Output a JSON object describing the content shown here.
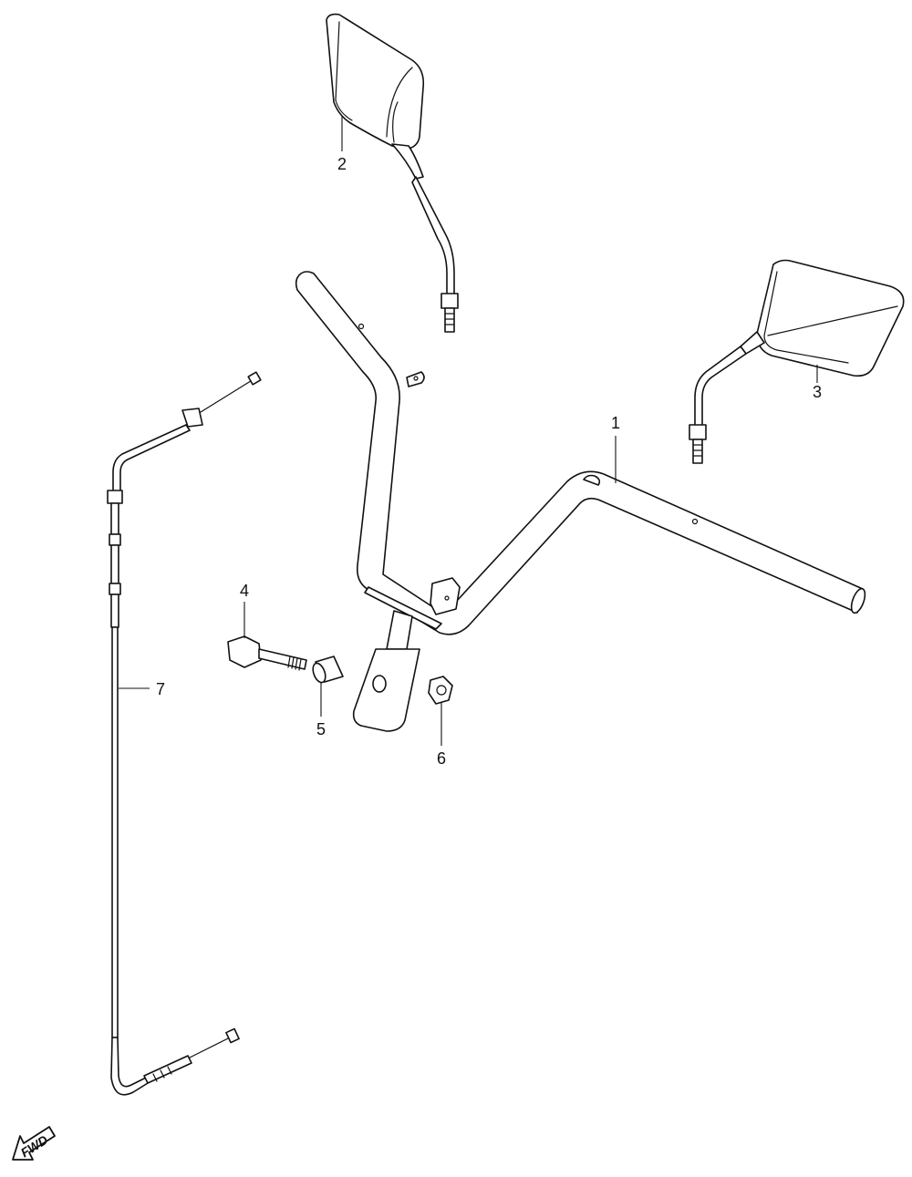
{
  "diagram": {
    "callouts": [
      {
        "id": "callout-1",
        "label": "1"
      },
      {
        "id": "callout-2",
        "label": "2"
      },
      {
        "id": "callout-3",
        "label": "3"
      },
      {
        "id": "callout-4",
        "label": "4"
      },
      {
        "id": "callout-5",
        "label": "5"
      },
      {
        "id": "callout-6",
        "label": "6"
      },
      {
        "id": "callout-7",
        "label": "7"
      }
    ],
    "direction_label": "FWD"
  }
}
